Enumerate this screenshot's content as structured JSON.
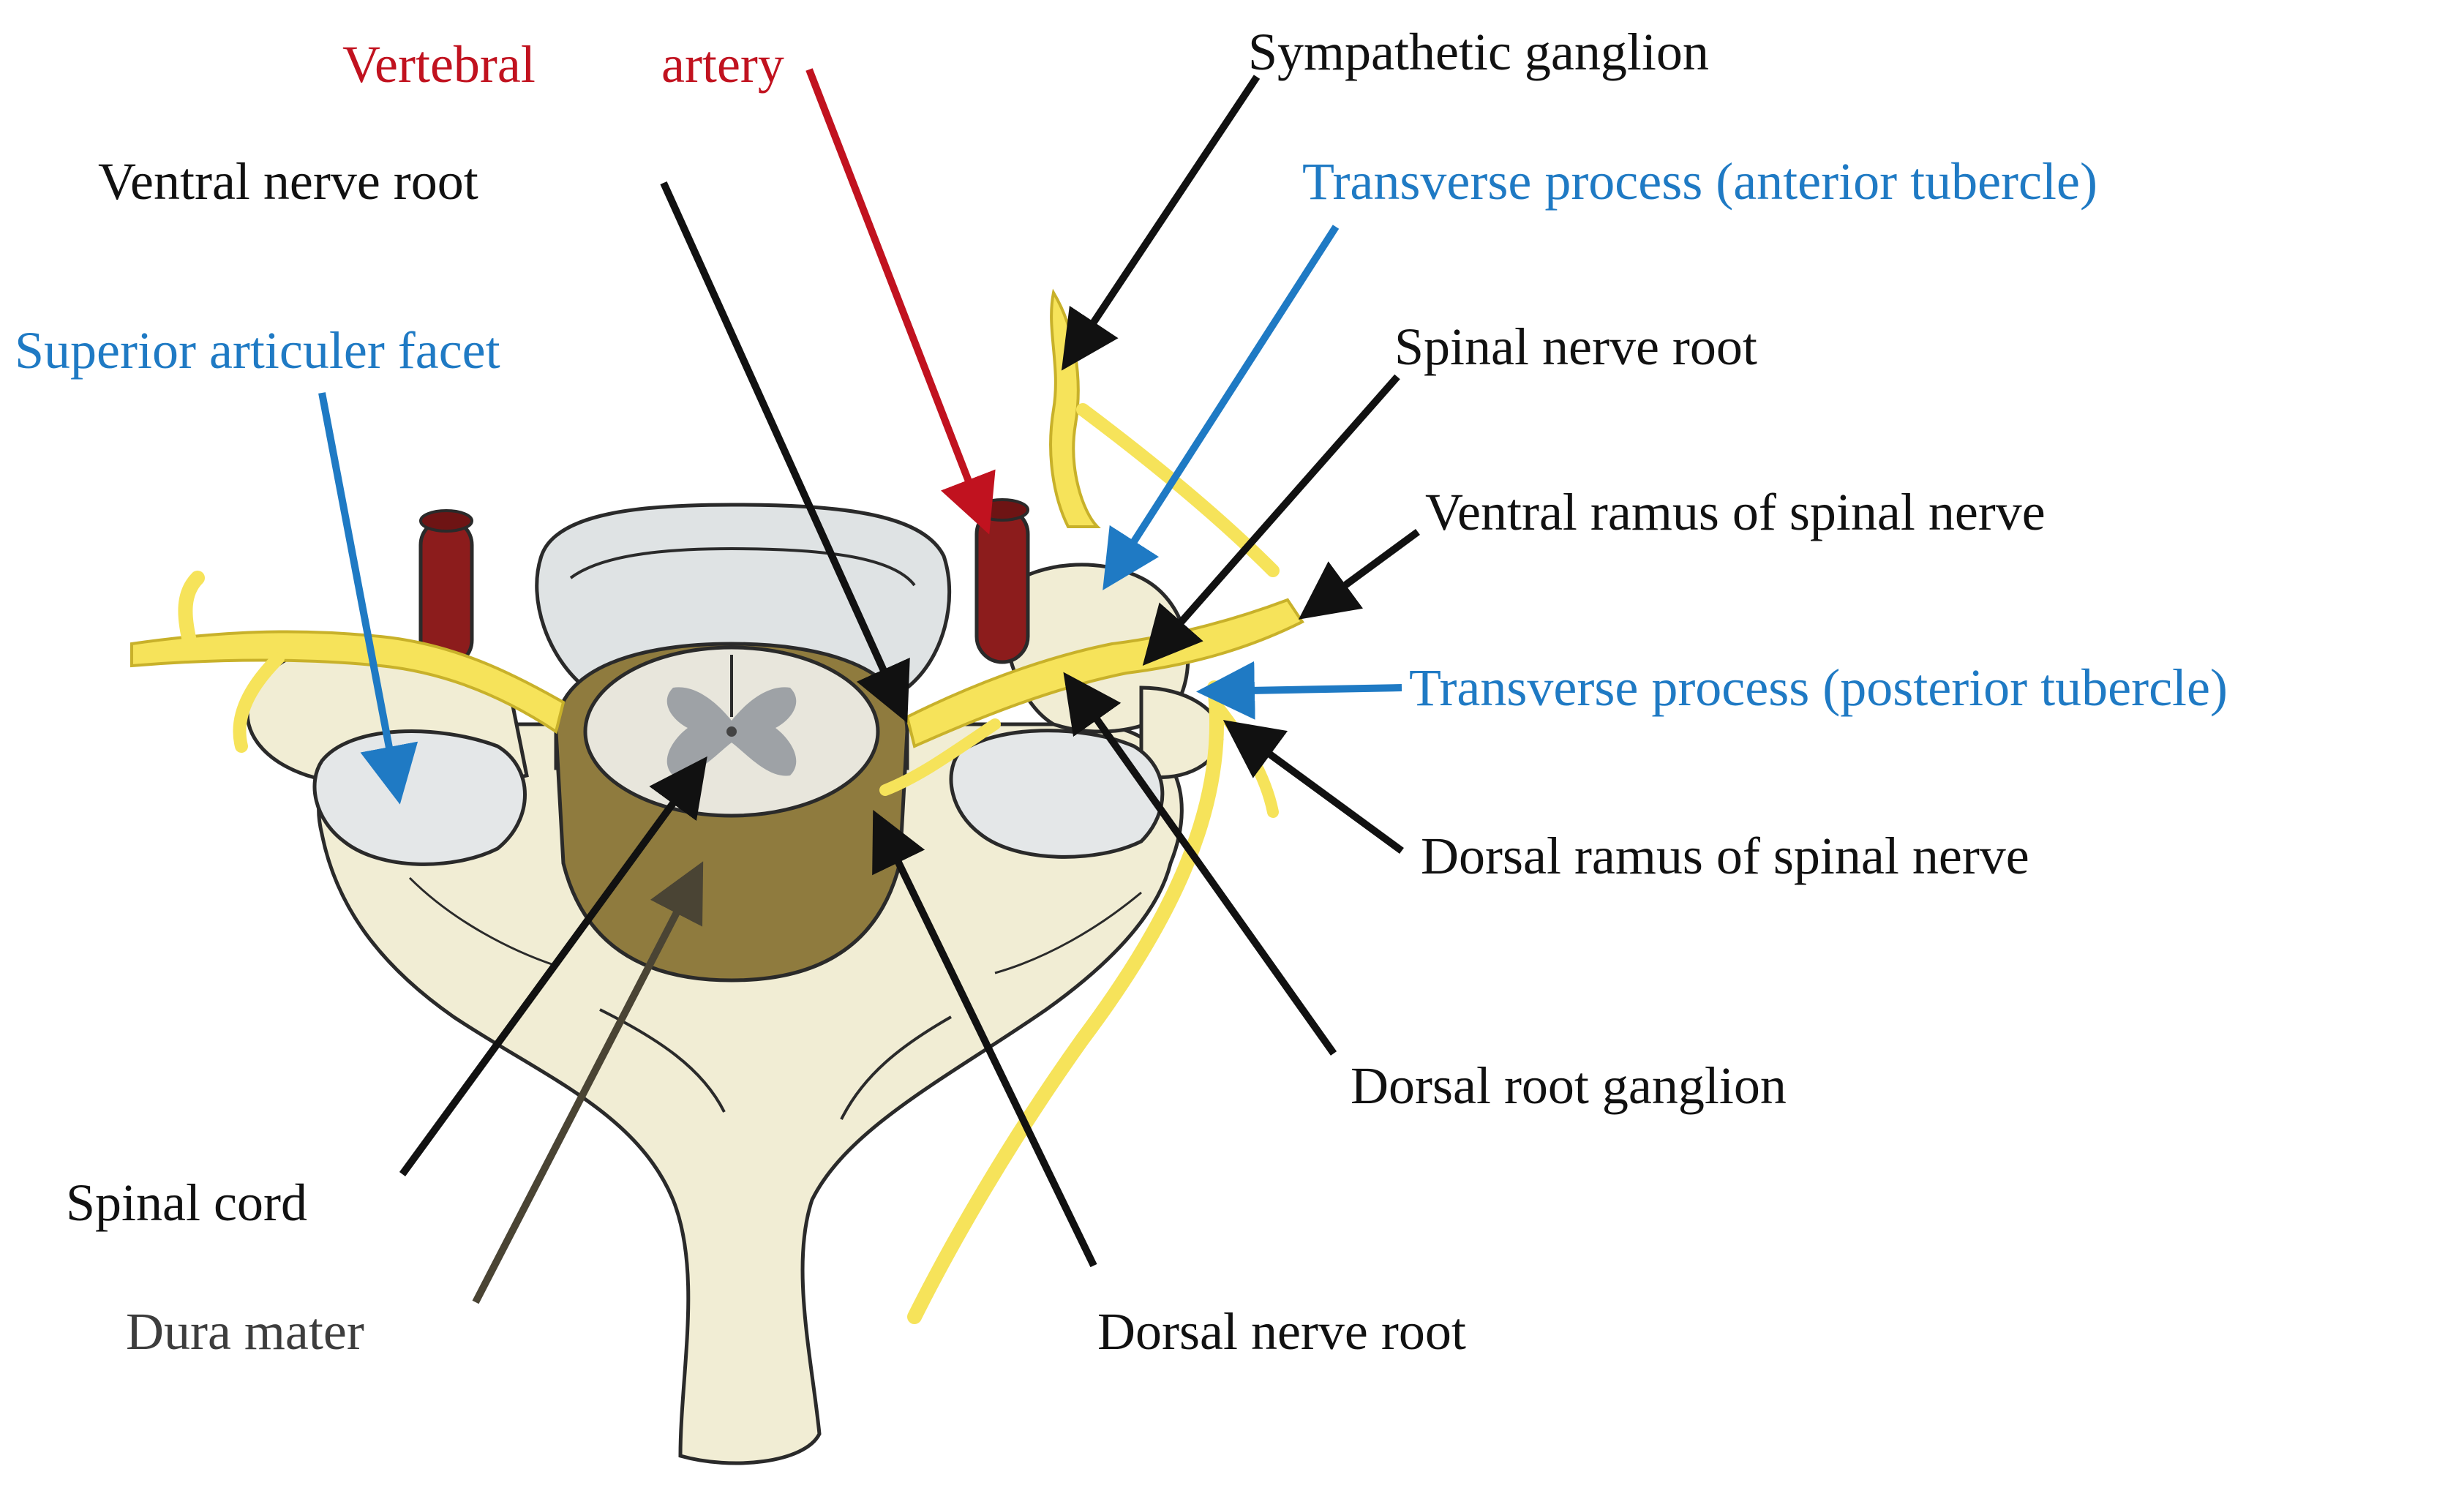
{
  "colors": {
    "black": "#111111",
    "red": "#c1121f",
    "blue": "#1f7ac4",
    "dura": "#4a4434",
    "dura_label": "#3d3d3d",
    "bone": "#f1edd4",
    "bone_shadow": "#d8d1ae",
    "disc": "#dfe3e4",
    "nerve": "#f6e35a",
    "nerve_edge": "#c8b12a",
    "artery": "#8c1c1c",
    "dura_fill": "#8f7b3e",
    "gray_matter": "#9ea2a6",
    "cord": "#e8e6dc"
  },
  "labels": {
    "vertebral_artery_1": "Vertebral",
    "vertebral_artery_2": "artery",
    "sympathetic_ganglion": "Sympathetic ganglion",
    "ventral_nerve_root": "Ventral nerve root",
    "transverse_anterior": "Transverse process (anterior tubercle)",
    "superior_facet": "Superior articuler facet",
    "spinal_nerve_root": "Spinal nerve root",
    "ventral_ramus": "Ventral ramus of spinal nerve",
    "transverse_posterior": "Transverse process (posterior tubercle)",
    "dorsal_ramus": "Dorsal ramus of spinal nerve",
    "dorsal_root_ganglion": "Dorsal root ganglion",
    "spinal_cord": "Spinal cord",
    "dura_mater": "Dura mater",
    "dorsal_nerve_root": "Dorsal nerve root"
  }
}
